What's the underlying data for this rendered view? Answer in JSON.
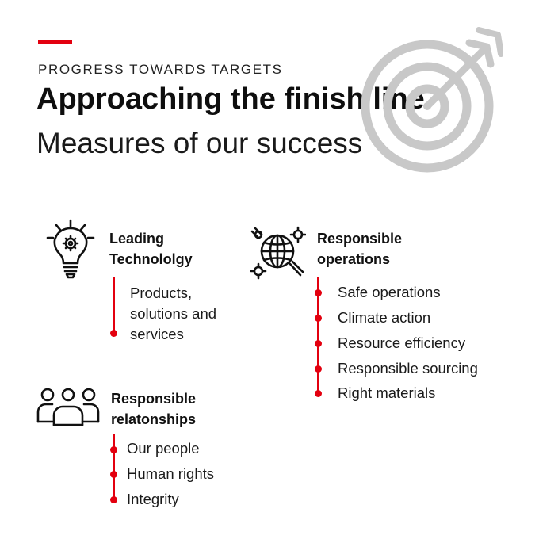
{
  "header": {
    "eyebrow": "PROGRESS TOWARDS TARGETS",
    "title": "Approaching the finish line",
    "subtitle": "Measures of our success"
  },
  "colors": {
    "accent": "#e3000f",
    "icon_gray": "#c8c8c8",
    "text": "#111111"
  },
  "categories": [
    {
      "icon": "lightbulb-gear-icon",
      "title_line1": "Leading",
      "title_line2": "Technololgy",
      "items": [
        "Products,\nsolutions and\nservices"
      ]
    },
    {
      "icon": "globe-gears-icon",
      "title_line1": "Responsible",
      "title_line2": "operations",
      "items": [
        "Safe operations",
        "Climate action",
        "Resource efficiency",
        "Responsible sourcing",
        "Right materials"
      ]
    },
    {
      "icon": "people-group-icon",
      "title_line1": "Responsible",
      "title_line2": "relatonships",
      "items": [
        "Our people",
        "Human rights",
        "Integrity"
      ]
    }
  ]
}
